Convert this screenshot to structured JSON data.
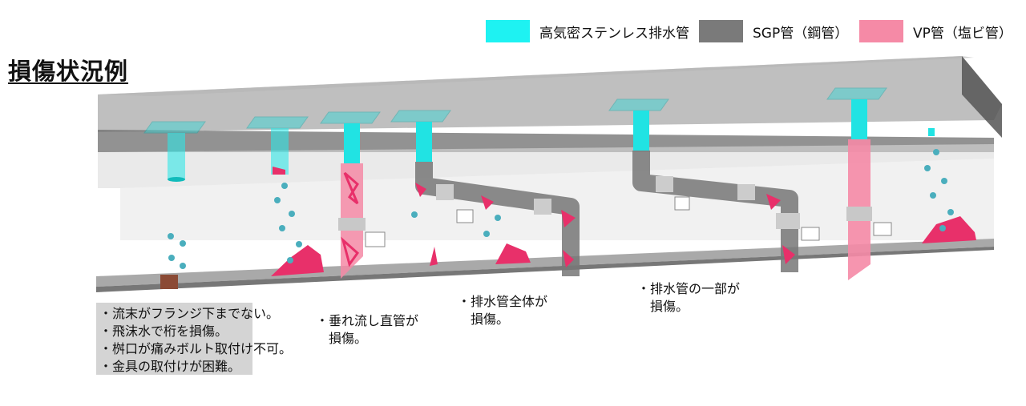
{
  "title": "損傷状況例",
  "legend": [
    {
      "label": "高気密ステンレス排水管",
      "color": "#1ef2f2"
    },
    {
      "label": "SGP管（鋼管）",
      "color": "#7a7a7a"
    },
    {
      "label": "VP管（塩ビ管）",
      "color": "#f58aa6"
    }
  ],
  "notes": {
    "left": [
      "・流末がフランジ下までない。",
      "・飛沫水で桁を損傷。",
      "・桝口が痛みボルト取付け不可。",
      "・金具の取付けが困難。"
    ],
    "vertical": [
      "・垂れ流し直管が",
      "　損傷。"
    ],
    "whole": [
      "・排水管全体が",
      "　損傷。"
    ],
    "partial": [
      "・排水管の一部が",
      "　損傷。"
    ]
  },
  "colors": {
    "damage": "#e8306a",
    "water": "#4aaebd"
  }
}
